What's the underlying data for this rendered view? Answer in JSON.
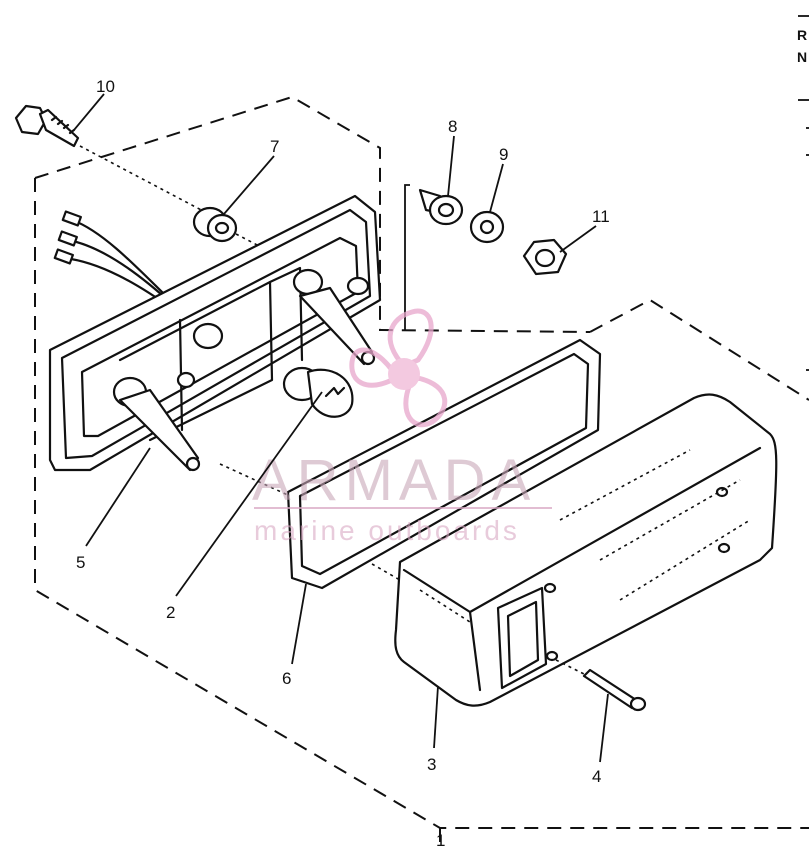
{
  "callouts": {
    "c1": "1",
    "c2": "2",
    "c3": "3",
    "c4": "4",
    "c5": "5",
    "c6": "6",
    "c7": "7",
    "c8": "8",
    "c9": "9",
    "c10": "10",
    "c11": "11"
  },
  "watermark": {
    "brand": "ARMADA",
    "tagline": "marine outboards",
    "colors": {
      "logo": "#e8a6cc",
      "logo_center": "#f0b8d6",
      "text": "#c9a7b8"
    }
  },
  "edge_text": {
    "r": "R",
    "n": "N"
  }
}
